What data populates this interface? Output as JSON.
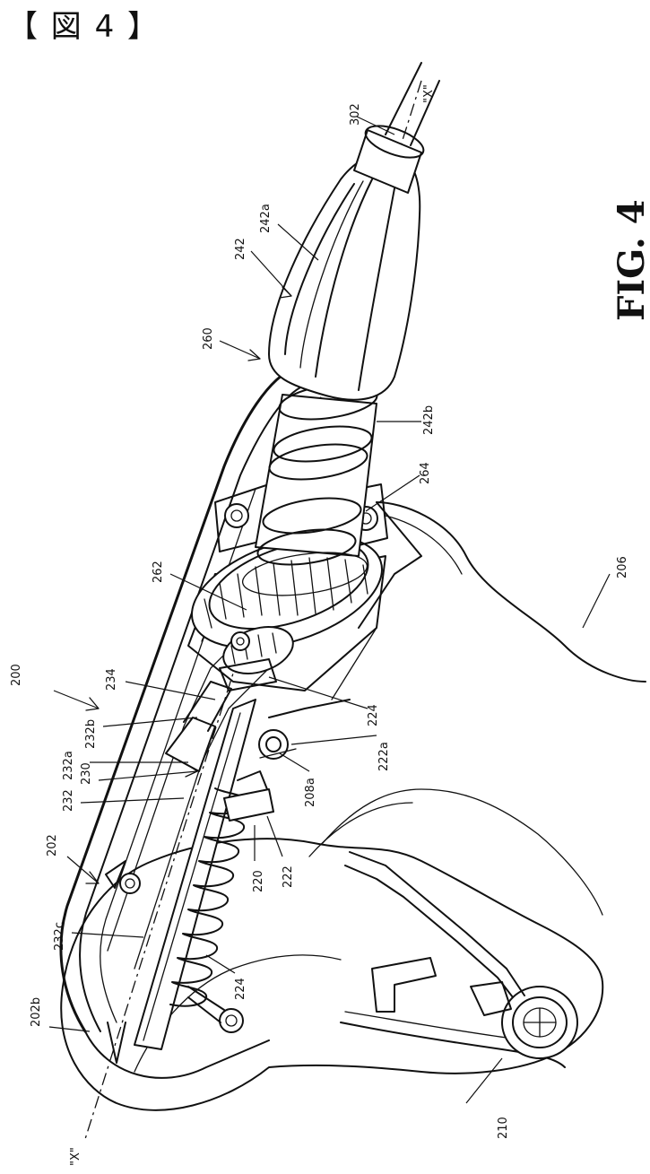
{
  "title": "【 図 4 】",
  "figure_label": "FIG. 4",
  "axis_label": "\"X\"",
  "references": {
    "r200": "200",
    "r202": "202",
    "r202b": "202b",
    "r206": "206",
    "r208a": "208a",
    "r210": "210",
    "r220": "220",
    "r222": "222",
    "r222a": "222a",
    "r224_top": "224",
    "r224_bottom": "224",
    "r230": "230",
    "r232": "232",
    "r232a": "232a",
    "r232b": "232b",
    "r232c": "232c",
    "r234": "234",
    "r242": "242",
    "r242a": "242a",
    "r242b": "242b",
    "r260": "260",
    "r262": "262",
    "r264": "264",
    "r302": "302"
  }
}
